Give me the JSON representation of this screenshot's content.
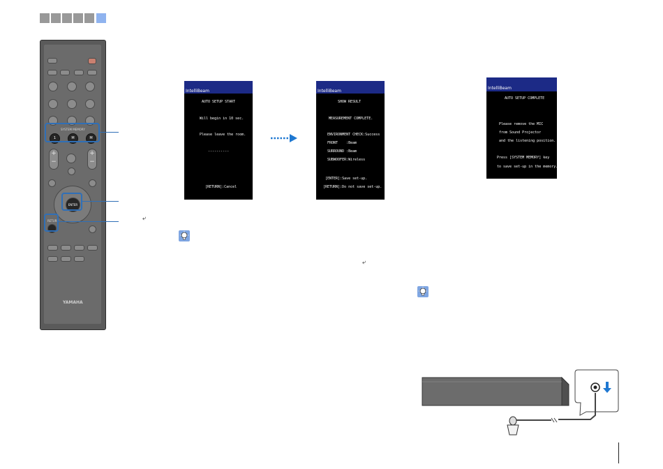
{
  "header": {
    "squares": [
      "#999999",
      "#999999",
      "#999999",
      "#999999",
      "#999999",
      "#8fb3ef"
    ]
  },
  "remote": {
    "system_memory_label": "SYSTEM MEMORY",
    "system_memory_buttons": [
      "1",
      "M",
      "M"
    ],
    "enter_label": "ENTER",
    "return_label": "RETURN",
    "brand": "YAMAHA"
  },
  "return_glyph": "⤶",
  "screens": [
    {
      "title": "IntelliBeam",
      "lines": [
        "AUTO SETUP START",
        "Will begin in 10 sec.",
        "Please leave the room.",
        "----------",
        "[RETURN]:Cancel"
      ]
    },
    {
      "title": "IntelliBeam",
      "lines": [
        "SHOW RESULT",
        "MEASUREMENT COMPLETE.",
        "ENVIRONMENT CHECK:Success",
        "FRONT    :Beam",
        "SURROUND :Beam",
        "SUBWOOFER:Wireless",
        "[ENTER]:Save set-up.",
        "[RETURN]:Do not save set-up."
      ]
    },
    {
      "title": "IntelliBeam",
      "lines": [
        "AUTO SETUP COMPLETE",
        "Please remove the MIC",
        "from Sound Projector",
        "and the listening position.",
        "Press [SYSTEM MEMORY] key",
        "to save set-up in the memory."
      ]
    }
  ]
}
